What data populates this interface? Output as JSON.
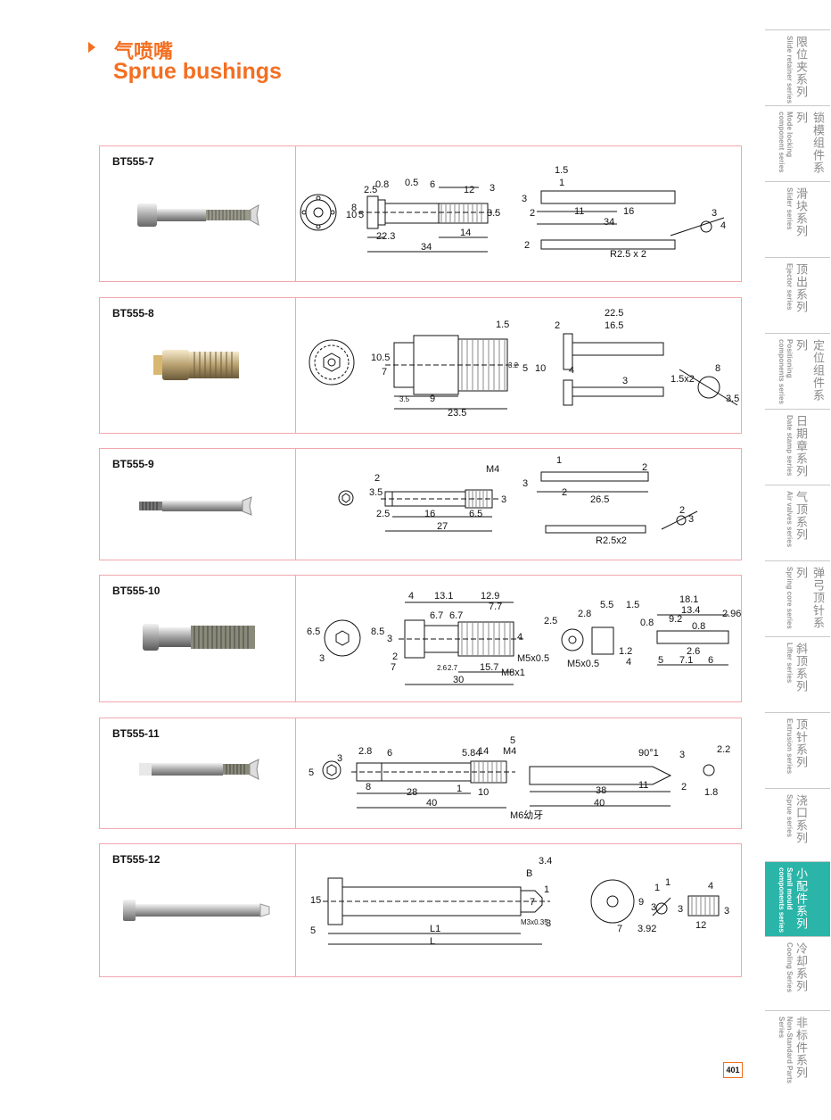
{
  "header": {
    "title_cn": "气喷嘴",
    "title_en": "Sprue bushings"
  },
  "products": [
    {
      "code": "BT555-7",
      "labels": [
        "10",
        "8",
        "5",
        "2.5",
        "0.8",
        "0.5",
        "6",
        "12",
        "3",
        "3.5",
        "22.3",
        "14",
        "34",
        "1.5",
        "1",
        "3",
        "2",
        "11",
        "16",
        "34",
        "2",
        "R2.5 x 2",
        "3",
        "4"
      ]
    },
    {
      "code": "BT555-8",
      "labels": [
        "10.5",
        "7",
        "1.5",
        "3.2",
        "5",
        "10",
        "3.5",
        "9",
        "23.5",
        "2",
        "22.5",
        "16.5",
        "4",
        "3",
        "1.5x2",
        "8",
        "3.5"
      ]
    },
    {
      "code": "BT555-9",
      "labels": [
        "3.5",
        "2",
        "M4",
        "2.5",
        "16",
        "6.5",
        "3",
        "27",
        "1",
        "3",
        "2",
        "2",
        "26.5",
        "R2.5x2",
        "2",
        "3"
      ]
    },
    {
      "code": "BT555-10",
      "labels": [
        "6.5",
        "3",
        "8.5",
        "4",
        "13.1",
        "12.9",
        "6.7",
        "6.7",
        "7.7",
        "3",
        "2",
        "7",
        "2.6",
        "2.7",
        "15.7",
        "30",
        "M5x0.5",
        "M8x1",
        "4",
        "2.5",
        "2.8",
        "5.5",
        "1.5",
        "M5x0.5",
        "1.2",
        "4",
        "0.8",
        "18.1",
        "13.4",
        "9.2",
        "0.8",
        "2.6",
        "2.96",
        "5",
        "7.1",
        "6"
      ]
    },
    {
      "code": "BT555-11",
      "labels": [
        "5",
        "3",
        "2.8",
        "6",
        "5.84",
        "14",
        "M4",
        "5",
        "8",
        "28",
        "1",
        "10",
        "40",
        "M6幼牙",
        "90°1",
        "3",
        "2.2",
        "38",
        "11",
        "40",
        "2",
        "1.8"
      ]
    },
    {
      "code": "BT555-12",
      "labels": [
        "15",
        "5",
        "L1",
        "L",
        "B",
        "3.4",
        "7",
        "1",
        "M3x0.35",
        "3",
        "9",
        "3",
        "7",
        "3.92",
        "4",
        "3",
        "12",
        "3",
        "1",
        "1"
      ]
    }
  ],
  "tabs": [
    {
      "cn": "限位夹系列",
      "en": "Slide retainer series"
    },
    {
      "cn": "锁模组件系列",
      "en": "Mode locking component series"
    },
    {
      "cn": "滑块系列",
      "en": "Slider series"
    },
    {
      "cn": "顶出系列",
      "en": "Ejector series"
    },
    {
      "cn": "定位组件系列",
      "en": "Positioning components series"
    },
    {
      "cn": "日期章系列",
      "en": "Date stamp series"
    },
    {
      "cn": "气顶系列",
      "en": "Air valves series"
    },
    {
      "cn": "弹弓顶针系列",
      "en": "Spring core series"
    },
    {
      "cn": "斜顶系列",
      "en": "Lifter series"
    },
    {
      "cn": "顶针系列",
      "en": "Extrusion series"
    },
    {
      "cn": "浇口系列",
      "en": "Sprue series"
    },
    {
      "cn": "小配件系列",
      "en": "Samll mould components series"
    },
    {
      "cn": "冷却系列",
      "en": "Cooling Series"
    },
    {
      "cn": "非标件系列",
      "en": "Non-Standard Parts Series"
    }
  ],
  "active_tab": 11,
  "page_number": "401",
  "colors": {
    "accent": "#f36f21",
    "border": "#f2a7ae",
    "tab_active": "#2ab5a8"
  }
}
